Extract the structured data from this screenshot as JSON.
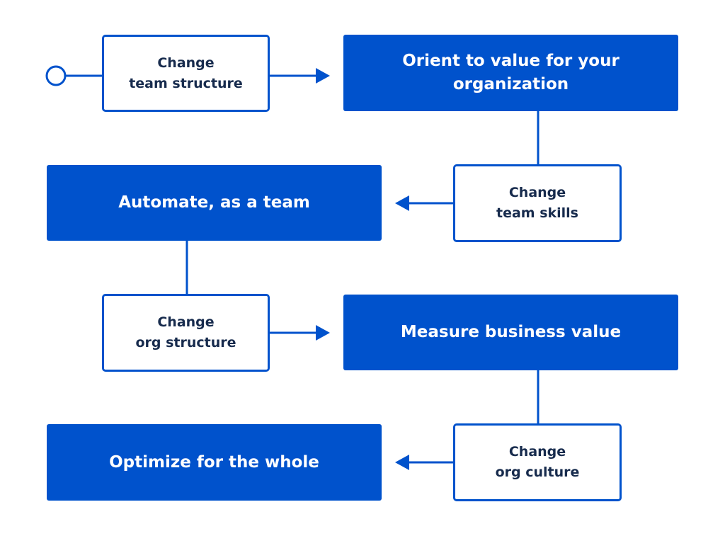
{
  "diagram": {
    "colors": {
      "accent": "#0052CC",
      "change_text": "#172B4D",
      "goal_text": "#FFFFFF",
      "background": "#FFFFFF"
    },
    "nodes": [
      {
        "id": "change-team-structure",
        "kind": "change",
        "label": "Change\nteam structure"
      },
      {
        "id": "orient-to-value",
        "kind": "goal",
        "label": "Orient to value for your organization"
      },
      {
        "id": "change-team-skills",
        "kind": "change",
        "label": "Change\nteam skills"
      },
      {
        "id": "automate-as-a-team",
        "kind": "goal",
        "label": "Automate, as a team"
      },
      {
        "id": "change-org-structure",
        "kind": "change",
        "label": "Change\norg structure"
      },
      {
        "id": "measure-business-value",
        "kind": "goal",
        "label": "Measure business value"
      },
      {
        "id": "change-org-culture",
        "kind": "change",
        "label": "Change\norg culture"
      },
      {
        "id": "optimize-for-the-whole",
        "kind": "goal",
        "label": "Optimize for the whole"
      }
    ],
    "edges": [
      {
        "from": "start",
        "to": "change-team-structure",
        "arrow": false
      },
      {
        "from": "change-team-structure",
        "to": "orient-to-value",
        "arrow": true
      },
      {
        "from": "orient-to-value",
        "to": "change-team-skills",
        "arrow": false
      },
      {
        "from": "change-team-skills",
        "to": "automate-as-a-team",
        "arrow": true
      },
      {
        "from": "automate-as-a-team",
        "to": "change-org-structure",
        "arrow": false
      },
      {
        "from": "change-org-structure",
        "to": "measure-business-value",
        "arrow": true
      },
      {
        "from": "measure-business-value",
        "to": "change-org-culture",
        "arrow": false
      },
      {
        "from": "change-org-culture",
        "to": "optimize-for-the-whole",
        "arrow": true
      }
    ]
  }
}
